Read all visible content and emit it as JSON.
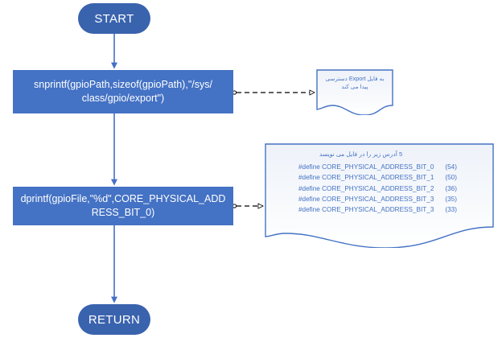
{
  "diagram": {
    "title": "GPIO export flowchart",
    "colors": {
      "terminal_fill": "#3A63AE",
      "process_fill": "#4472C4",
      "callout_outline": "#4472C4",
      "connector_solid": "#4472C4",
      "connector_dashed": "#000000",
      "callout_text": "#4472C4",
      "process_text": "#FFFFFF",
      "background": "#FFFFFF"
    }
  },
  "nodes": {
    "start": {
      "label": "START",
      "shape": "terminator"
    },
    "snprintf": {
      "shape": "process",
      "line1": "snprintf(gpioPath,sizeof(gpioPath),\"/sys/",
      "line2": "class/gpio/export\")"
    },
    "dprintf": {
      "shape": "process",
      "line1": "dprintf(gpioFile,\"%d\",CORE_PHYSICAL_ADD",
      "line2": "RESS_BIT_0)"
    },
    "return": {
      "label": "RETURN",
      "shape": "terminator"
    }
  },
  "callouts": {
    "export_note": {
      "shape": "document",
      "line1": "به فایل Export دسترسی",
      "line2": "پیدا می کند"
    },
    "defines_note": {
      "shape": "document",
      "title": "5 آدرس زیر را در فایل می نویسد",
      "rows": [
        {
          "define": "#define CORE_PHYSICAL_ADDRESS_BIT_0",
          "value": "(54)"
        },
        {
          "define": "#define CORE_PHYSICAL_ADDRESS_BIT_1",
          "value": "(50)"
        },
        {
          "define": "#define CORE_PHYSICAL_ADDRESS_BIT_2",
          "value": "(36)"
        },
        {
          "define": "#define CORE_PHYSICAL_ADDRESS_BIT_3",
          "value": "(35)"
        },
        {
          "define": "#define CORE_PHYSICAL_ADDRESS_BIT_3",
          "value": "(33)"
        }
      ]
    }
  },
  "connectors": [
    {
      "name": "start-to-snprintf",
      "style": "solid-arrow"
    },
    {
      "name": "snprintf-to-dprintf",
      "style": "solid-arrow"
    },
    {
      "name": "dprintf-to-return",
      "style": "solid-arrow"
    },
    {
      "name": "snprintf-to-export-note",
      "style": "dashed-open-arrow"
    },
    {
      "name": "dprintf-to-defines-note",
      "style": "dashed-open-arrow"
    }
  ]
}
